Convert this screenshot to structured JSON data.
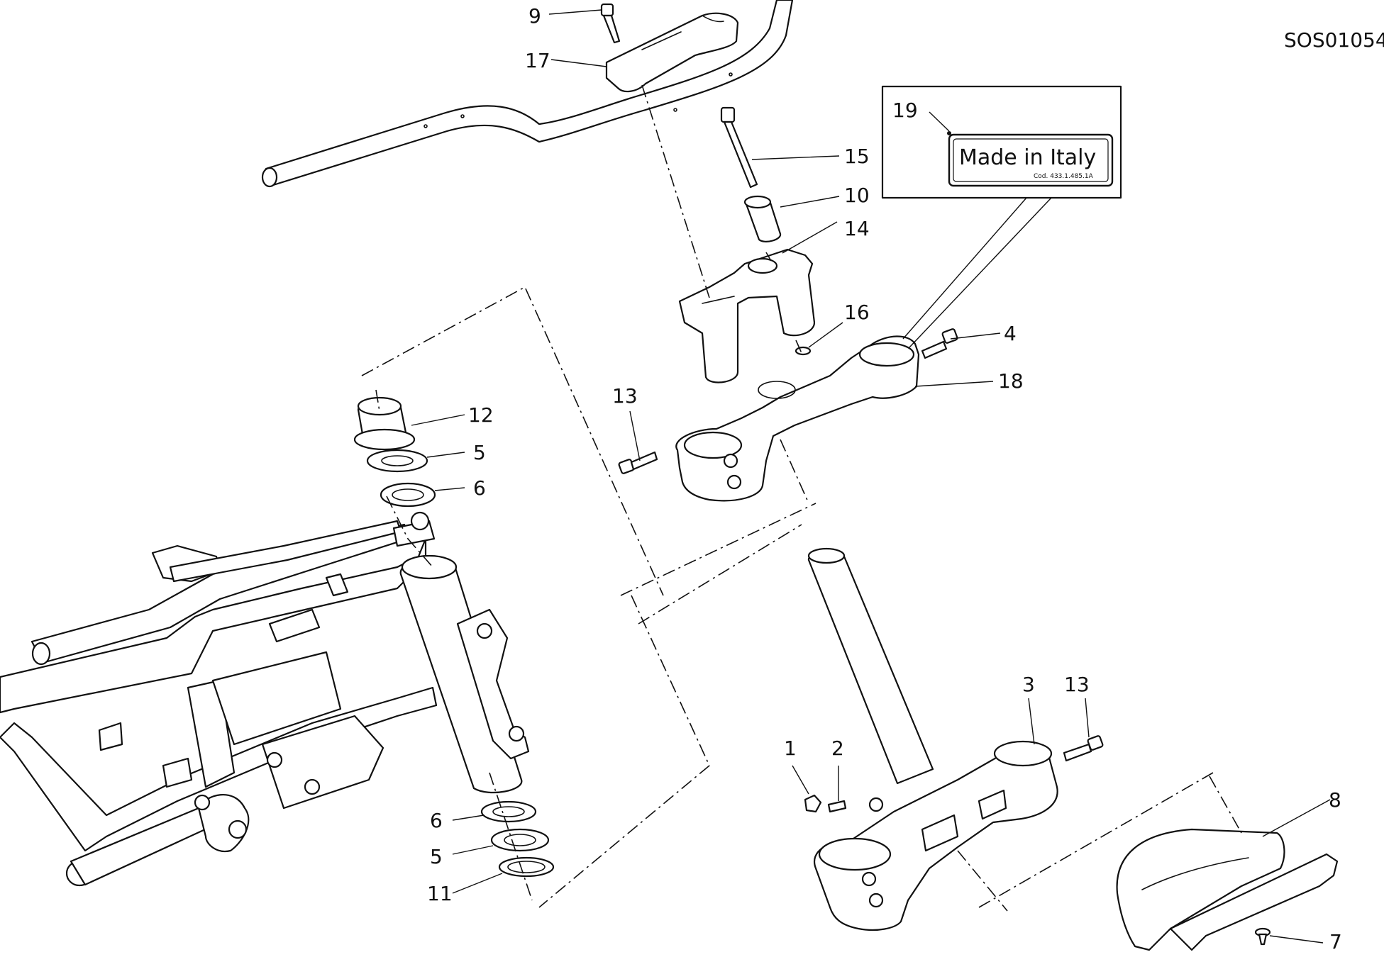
{
  "diagram_code": "SOS01054",
  "callouts": [
    "1",
    "2",
    "3",
    "4",
    "5",
    "5",
    "6",
    "6",
    "7",
    "8",
    "9",
    "10",
    "11",
    "12",
    "13",
    "13",
    "14",
    "15",
    "16",
    "17",
    "18",
    "19"
  ],
  "label": {
    "main_text": "Made in Italy",
    "sub_text": "Cod. 433.1.485.1A"
  }
}
